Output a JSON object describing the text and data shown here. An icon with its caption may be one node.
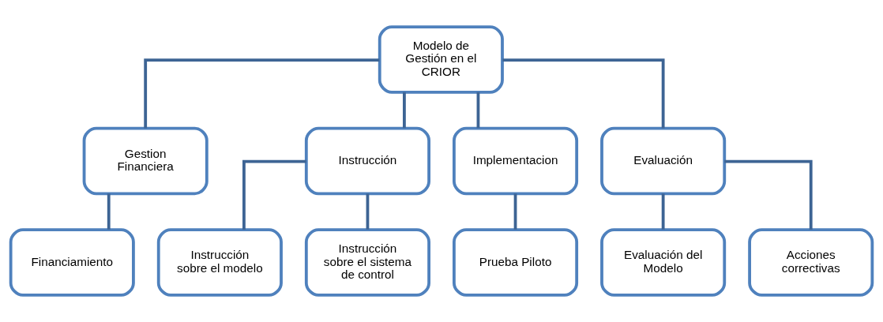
{
  "diagram": {
    "nodes": [
      {
        "text": [
          "Modelo de Gestión en el CRIOR"
        ]
      },
      {
        "text": [
          "Gestion Financiera"
        ]
      },
      {
        "text": [
          "Instrucción"
        ]
      },
      {
        "text": [
          "Implementacion"
        ]
      },
      {
        "text": [
          "Evaluación"
        ]
      },
      {
        "text": [
          "Financiamiento"
        ]
      },
      {
        "text": [
          "Instrucción sobre el modelo"
        ]
      },
      {
        "text": [
          "Instrucción sobre el sistema de control"
        ]
      },
      {
        "text": [
          "Prueba Piloto"
        ]
      },
      {
        "text": [
          "Evaluación del Modelo"
        ]
      },
      {
        "text": [
          "Acciones correctivas"
        ]
      }
    ],
    "edges": [
      {
        "from": 0,
        "to": 1,
        "arrow": "none"
      },
      {
        "from": 0,
        "to": 2,
        "arrow": "none"
      },
      {
        "from": 0,
        "to": 3,
        "arrow": "none"
      },
      {
        "from": 0,
        "to": 4,
        "arrow": "none"
      },
      {
        "from": 1,
        "to": 5,
        "arrow": "none"
      },
      {
        "from": 2,
        "to": 6,
        "arrow": "none"
      },
      {
        "from": 2,
        "to": 7,
        "arrow": "none"
      },
      {
        "from": 3,
        "to": 8,
        "arrow": "none"
      },
      {
        "from": 4,
        "to": 9,
        "arrow": "none"
      },
      {
        "from": 4,
        "to": 10,
        "arrow": "none"
      }
    ]
  }
}
